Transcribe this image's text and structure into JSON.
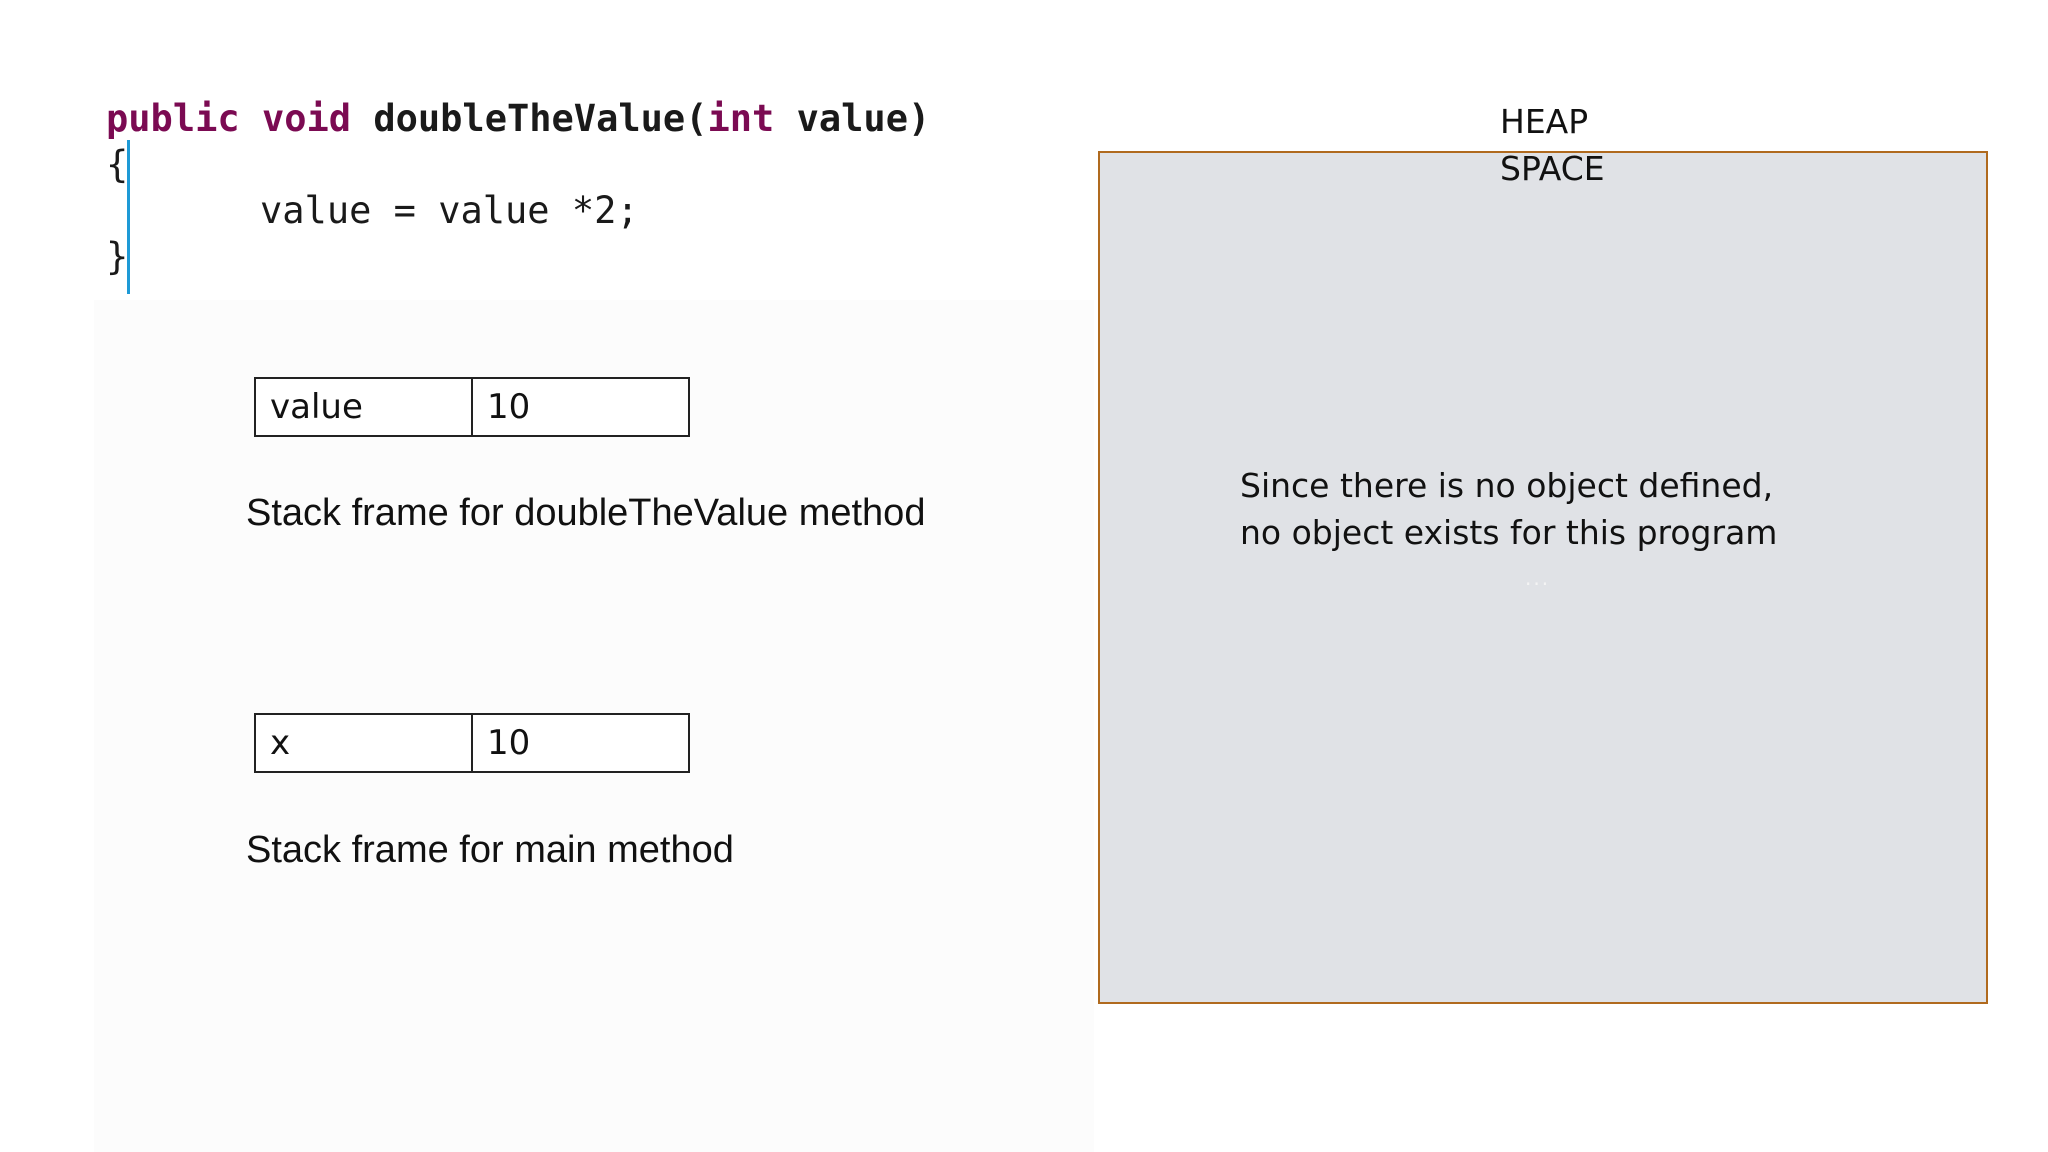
{
  "code": {
    "signature": {
      "modifier": "public",
      "return_type": "void",
      "method_name": "doubleTheValue",
      "open_paren": "(",
      "param_type": "int",
      "param_name": "value",
      "close_paren": ")"
    },
    "open_brace": "{",
    "body": "value = value *2;",
    "close_brace": "}"
  },
  "stack_frames": [
    {
      "variable": "value",
      "value": "10",
      "caption": "Stack frame for doubleTheValue method"
    },
    {
      "variable": "x",
      "value": "10",
      "caption": "Stack frame for main method"
    }
  ],
  "heap": {
    "title_line1": "HEAP",
    "title_line2": "SPACE",
    "note_line1": "Since there is no object defined,",
    "note_line2": "no object exists for this program",
    "ellipsis": "..."
  },
  "colors": {
    "keyword": "#7b0a52",
    "cursor": "#1e9ad6",
    "heap_fill": "#e0e2e6",
    "heap_border": "#b06a1e"
  }
}
